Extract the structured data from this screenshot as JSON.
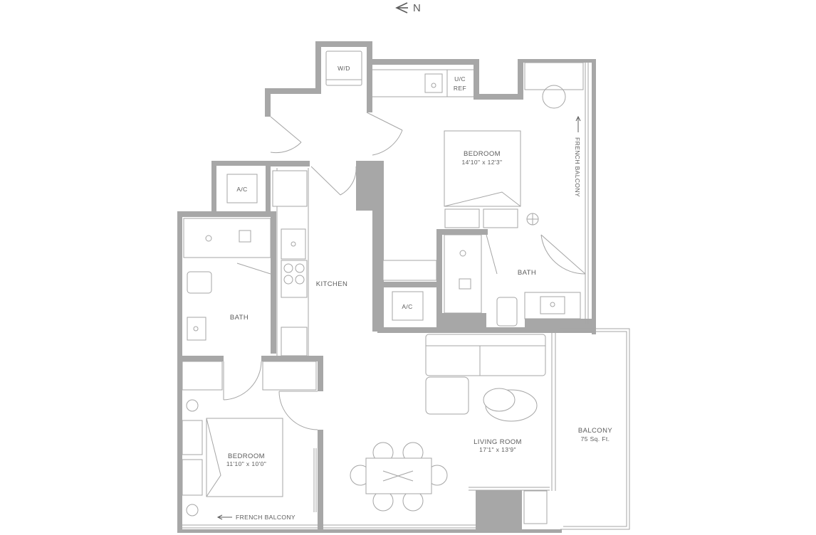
{
  "compass": {
    "label": "N",
    "icon": "north-arrow-icon"
  },
  "rooms": {
    "washer_dryer": "W/D",
    "uc_ref_line1": "U/C",
    "uc_ref_line2": "REF",
    "master_bedroom_name": "BEDROOM",
    "master_bedroom_dims": "14'10\" x 12'3\"",
    "french_balcony_east": "FRENCH BALCONY",
    "ac_top": "A/C",
    "ac_center": "A/C",
    "kitchen": "KITCHEN",
    "bath_left": "BATH",
    "bath_right": "BATH",
    "second_bedroom_name": "BEDROOM",
    "second_bedroom_dims": "11'10\" x 10'0\"",
    "french_balcony_south": "FRENCH BALCONY",
    "living_room_name": "LIVING ROOM",
    "living_room_dims": "17'1\" x 13'9\"",
    "balcony_name": "BALCONY",
    "balcony_area": "75 Sq. Ft."
  },
  "colors": {
    "wall": "#a7a7a7",
    "line": "#a5a5a5",
    "text": "#5c5c5c",
    "background": "#ffffff"
  }
}
